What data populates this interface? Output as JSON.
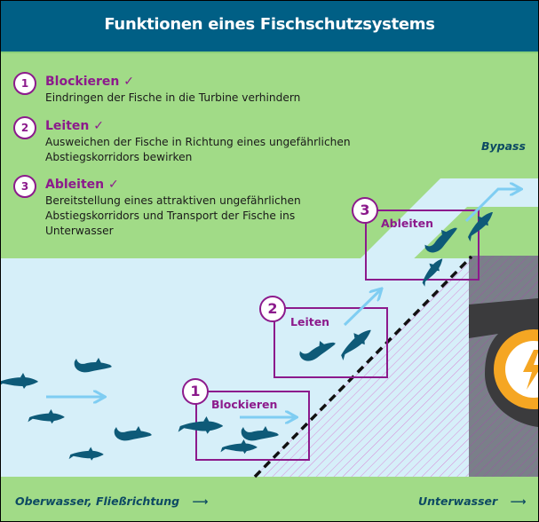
{
  "title": "Funktionen eines Fischschutzsystems",
  "functions": [
    {
      "number": "1",
      "heading": "Blockieren",
      "check": "✓",
      "description_lines": [
        "Eindringen der Fische in die Turbine verhindern"
      ]
    },
    {
      "number": "2",
      "heading": "Leiten",
      "check": "✓",
      "description_lines": [
        "Ausweichen der Fische in Richtung eines ungefährlichen",
        "Abstiegskorridors bewirken"
      ]
    },
    {
      "number": "3",
      "heading": "Ableiten",
      "check": "✓",
      "description_lines": [
        "Bereitstellung eines attraktiven ungefährlichen",
        "Abstiegskorridors und Transport der Fische ins",
        "Unterwasser"
      ]
    }
  ],
  "diagram": {
    "bypass_label": "Bypass",
    "zones": [
      {
        "number": "1",
        "label": "Blockieren"
      },
      {
        "number": "2",
        "label": "Leiten"
      },
      {
        "number": "3",
        "label": "Ableiten"
      }
    ],
    "footer": {
      "left": "Oberwasser, Fließrichtung",
      "left_arrow": "⟶",
      "right": "Unterwasser",
      "right_arrow": "⟶"
    },
    "icons": {
      "turbine": "turbine-power-icon",
      "fish": "fish-icon",
      "flow_arrow": "flow-arrow-icon"
    }
  },
  "colors": {
    "header_bg": "#005f85",
    "land_green": "#a1db87",
    "water": "#d6eff9",
    "accent_purple": "#8c1a8c",
    "fish": "#0e5a78",
    "arrow": "#7fcdf2",
    "turbine_housing": "#7a7f89",
    "turbine_dark": "#3b3b3d",
    "turbine_sun": "#f5a623"
  }
}
